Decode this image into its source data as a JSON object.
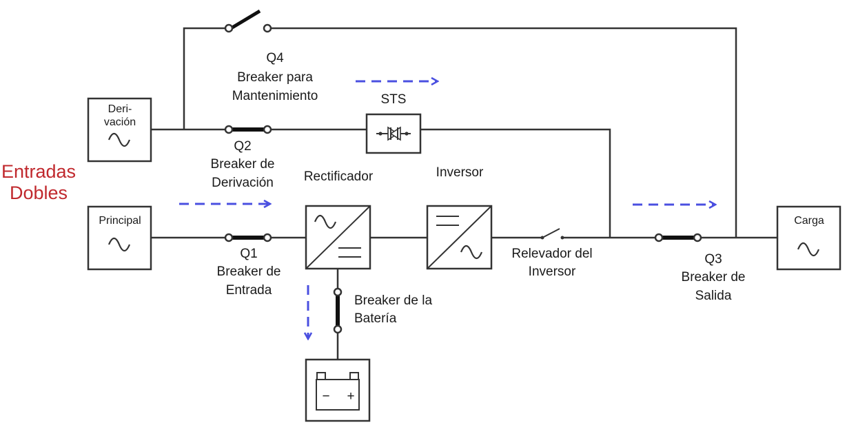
{
  "title_inputs": [
    "Entradas",
    "Dobles"
  ],
  "sources": {
    "bypass": [
      "Deri-",
      "vación"
    ],
    "main": "Principal",
    "load": "Carga"
  },
  "components": {
    "sts": "STS",
    "rectifier": "Rectificador",
    "inverter": "Inversor",
    "battery_minus": "−",
    "battery_plus": "+"
  },
  "breakers": {
    "q4": [
      "Q4",
      "Breaker para",
      "Mantenimiento"
    ],
    "q2": [
      "Q2",
      "Breaker de",
      "Derivación"
    ],
    "q1": [
      "Q1",
      "Breaker de",
      "Entrada"
    ],
    "q3": [
      "Q3",
      "Breaker de",
      "Salida"
    ],
    "battery": [
      "Breaker de la",
      "Batería"
    ],
    "inverter_relay": [
      "Relevador del",
      "Inversor"
    ]
  },
  "colors": {
    "title": "#c0282d",
    "flow_arrow": "#4a4fe0",
    "line": "#333333"
  },
  "icons": [
    "sine-wave-icon",
    "thyristor-icon",
    "battery-icon",
    "flow-arrow-icon"
  ]
}
